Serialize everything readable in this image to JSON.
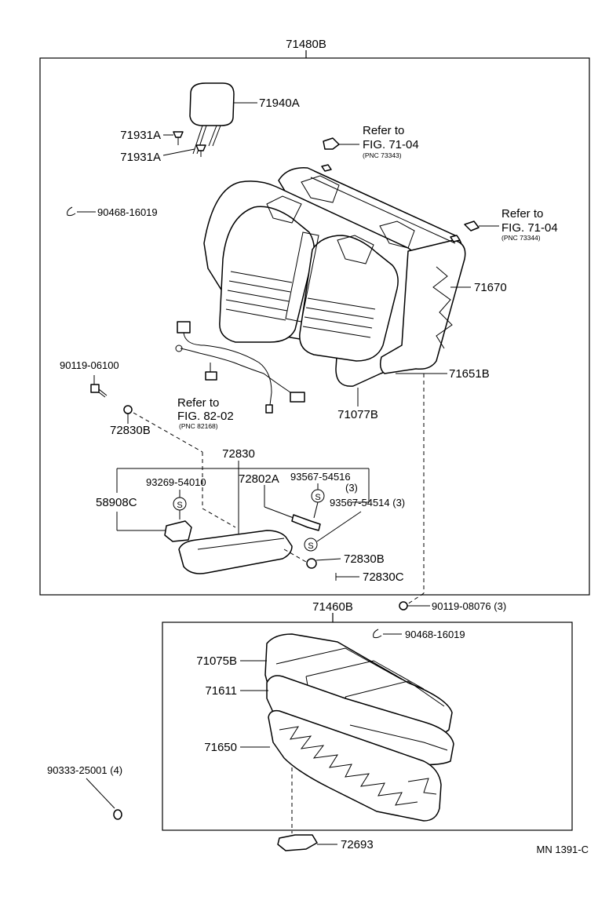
{
  "labels": {
    "back_assembly": "71480B",
    "headrest": "71940A",
    "guide_1": "71931A",
    "guide_2": "71931A",
    "refer_1_line1": "Refer to",
    "refer_1_line2": "FIG. 71-04",
    "refer_1_pnc": "(PNC 73343)",
    "refer_2_line1": "Refer to",
    "refer_2_line2": "FIG. 71-04",
    "refer_2_pnc": "(PNC 73344)",
    "hog_ring_back": "90468-16019",
    "back_frame": "71670",
    "back_pad": "71651B",
    "back_cover": "71077B",
    "bolt_back": "90119-06100",
    "refer_3_line1": "Refer to",
    "refer_3_line2": "FIG. 82-02",
    "refer_3_pnc": "(PNC 82168)",
    "nut_a": "72830B",
    "armrest_assembly": "72830",
    "screw_s1": "93269-54010",
    "cover_arm": "72802A",
    "screw_s2": "93567-54516",
    "screw_s2_qty": "(3)",
    "screw_s3": "93567-54514 (3)",
    "cup_holder": "58908C",
    "nut_b": "72830B",
    "pin": "72830C",
    "bolt_cushion": "90119-08076 (3)",
    "cushion_assembly": "71460B",
    "hog_ring_cushion": "90468-16019",
    "cushion_cover": "71075B",
    "cushion_pad": "71611",
    "cushion_frame": "71650",
    "plug": "90333-25001 (4)",
    "lock_hook": "72693",
    "s_marker": "S",
    "diagram_code": "MN 1391-C"
  }
}
